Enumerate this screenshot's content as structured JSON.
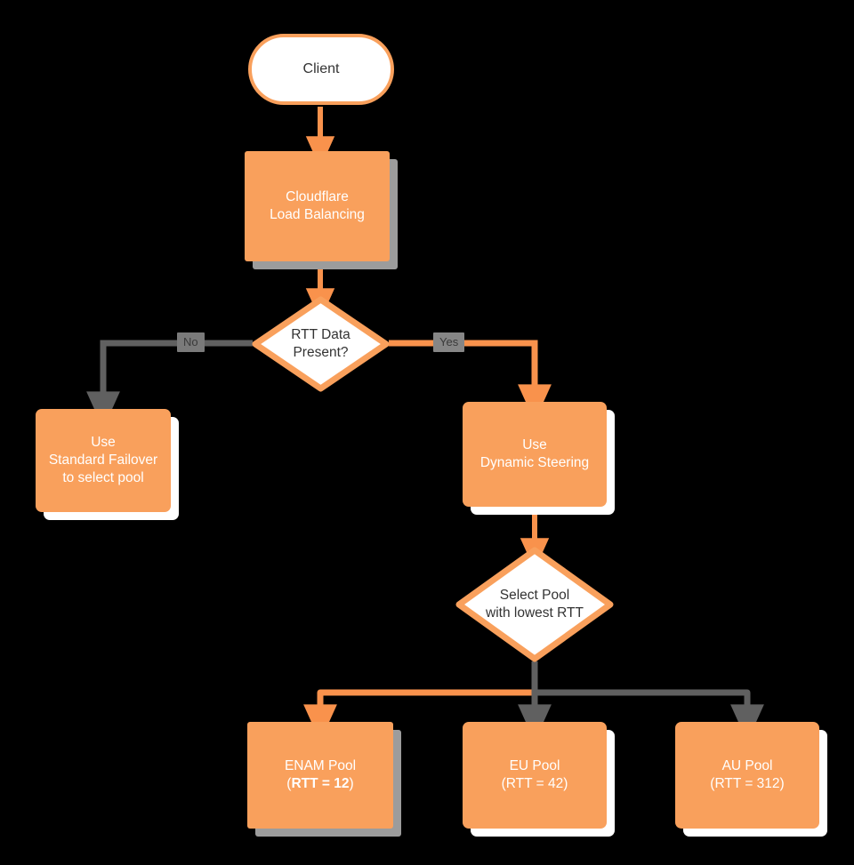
{
  "diagram": {
    "title": "Cloudflare Load Balancing RTT steering decision flow",
    "type": "flowchart",
    "direction": "top-down",
    "background": "#000000",
    "colors": {
      "node_fill": "#F9A05C",
      "node_text": "#FFFFFF",
      "decision_fill": "#FFFFFF",
      "decision_border": "#F9A05C",
      "decision_text": "#333333",
      "edge_default": "#606060",
      "edge_highlight": "#F9924C",
      "shadow_gray": "#9C9C9C",
      "shadow_white": "#FFFFFF"
    },
    "nodes": [
      {
        "id": "client",
        "shape": "stadium",
        "lines": [
          "Client"
        ]
      },
      {
        "id": "lb",
        "shape": "process",
        "lines": [
          "Cloudflare",
          "Load Balancing"
        ]
      },
      {
        "id": "rtt_check",
        "shape": "decision",
        "lines": [
          "RTT Data",
          "Present?"
        ]
      },
      {
        "id": "failover",
        "shape": "process",
        "lines": [
          "Use",
          "Standard Failover",
          "to select pool"
        ]
      },
      {
        "id": "dynamic",
        "shape": "process",
        "lines": [
          "Use",
          "Dynamic Steering"
        ]
      },
      {
        "id": "select_pool",
        "shape": "decision",
        "lines": [
          "Select Pool",
          "with lowest RTT"
        ]
      },
      {
        "id": "enam_pool",
        "shape": "process",
        "lines": [
          "ENAM Pool",
          "(RTT = 12)"
        ],
        "rtt": 12,
        "selected": true
      },
      {
        "id": "eu_pool",
        "shape": "process",
        "lines": [
          "EU Pool",
          "(RTT = 42)"
        ],
        "rtt": 42,
        "selected": false
      },
      {
        "id": "au_pool",
        "shape": "process",
        "lines": [
          "AU Pool",
          "(RTT = 312)"
        ],
        "rtt": 312,
        "selected": false
      }
    ],
    "edges": [
      {
        "from": "client",
        "to": "lb",
        "label": "",
        "style": "highlight"
      },
      {
        "from": "lb",
        "to": "rtt_check",
        "label": "",
        "style": "highlight"
      },
      {
        "from": "rtt_check",
        "to": "failover",
        "label": "No",
        "style": "default"
      },
      {
        "from": "rtt_check",
        "to": "dynamic",
        "label": "Yes",
        "style": "highlight"
      },
      {
        "from": "dynamic",
        "to": "select_pool",
        "label": "",
        "style": "highlight"
      },
      {
        "from": "select_pool",
        "to": "enam_pool",
        "label": "",
        "style": "highlight"
      },
      {
        "from": "select_pool",
        "to": "eu_pool",
        "label": "",
        "style": "default"
      },
      {
        "from": "select_pool",
        "to": "au_pool",
        "label": "",
        "style": "default"
      }
    ],
    "labels": {
      "client": "Client",
      "lb_line1": "Cloudflare",
      "lb_line2": "Load Balancing",
      "rtt_check_line1": "RTT Data",
      "rtt_check_line2": "Present?",
      "failover_line1": "Use",
      "failover_line2": "Standard Failover",
      "failover_line3": "to select pool",
      "dynamic_line1": "Use",
      "dynamic_line2": "Dynamic Steering",
      "select_pool_line1": "Select Pool",
      "select_pool_line2": "with lowest RTT",
      "enam_name": "ENAM Pool",
      "enam_open": "(",
      "enam_rtt": "RTT = 12",
      "enam_close": ")",
      "eu_name": "EU Pool",
      "eu_rtt": "(RTT = 42)",
      "au_name": "AU Pool",
      "au_rtt": "(RTT = 312)",
      "edge_no": "No",
      "edge_yes": "Yes"
    }
  }
}
